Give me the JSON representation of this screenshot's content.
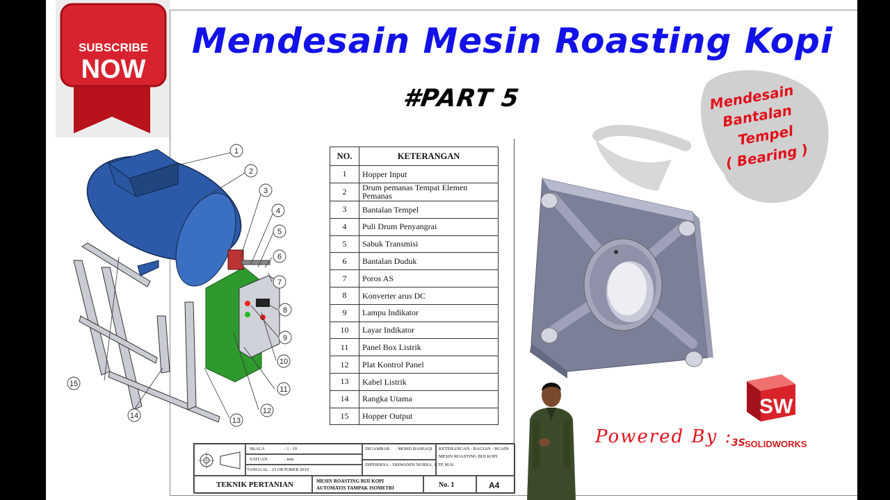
{
  "subscribe_badge": {
    "line1": "SUBSCRIBE",
    "line2": "NOW"
  },
  "title": "Mendesain Mesin Roasting Kopi",
  "part": "#PART 5",
  "bubble": {
    "lines": [
      "Mendesain",
      "Bantalan",
      "Tempel",
      "( Bearing )"
    ]
  },
  "table": {
    "headers": [
      "NO.",
      "KETERANGAN"
    ],
    "rows": [
      {
        "no": "1",
        "desc": "Hopper Input"
      },
      {
        "no": "2",
        "desc": "Drum pemanas Tempat Elemen Pemanas"
      },
      {
        "no": "3",
        "desc": "Bantalan Tempel"
      },
      {
        "no": "4",
        "desc": "Puli Drum Penyangrai"
      },
      {
        "no": "5",
        "desc": "Sabuk Transmisi"
      },
      {
        "no": "6",
        "desc": "Bantalan Duduk"
      },
      {
        "no": "7",
        "desc": "Poros AS"
      },
      {
        "no": "8",
        "desc": "Konverter arus DC"
      },
      {
        "no": "9",
        "desc": "Lampu Indikator"
      },
      {
        "no": "10",
        "desc": "Layar Indikator"
      },
      {
        "no": "11",
        "desc": "Panel Box Listrik"
      },
      {
        "no": "12",
        "desc": "Plat  Kontrol Panel"
      },
      {
        "no": "13",
        "desc": "Kabel Listrik"
      },
      {
        "no": "14",
        "desc": "Rangka Utama"
      },
      {
        "no": "15",
        "desc": "Hopper Output"
      }
    ]
  },
  "balloons": [
    "1",
    "2",
    "3",
    "4",
    "5",
    "6",
    "7",
    "8",
    "9",
    "10",
    "11",
    "12",
    "13",
    "14",
    "15"
  ],
  "title_block": {
    "skala": "SKALA",
    "skala_val": ": 1 : 10",
    "satuan": "SATUAN",
    "satuan_val": ": mm",
    "tanggal": "TANGGAL : 25 OKTOBER 2019",
    "digambar": "DIGAMBAR",
    "digambar_val": ": MOHD BAIHAQI",
    "diperiksa": "DIPERIKSA",
    "diperiksa_val": ": DISWANDI NURBA, S.TP, M.Si",
    "keterangan": "KETERANGAN : BAGIAN - BGAIN",
    "keterangan2": "MESIN ROASTING BIJI KOPI",
    "dept": "TEKNIK PERTANIAN",
    "drawing_title1": "MESIN ROASTING BIJI KOPI",
    "drawing_title2": "AUTOMATIS TAMPAK ISOMETRI",
    "number": "No. 1",
    "size": "A4"
  },
  "powered_by": "Powered By :",
  "solidworks": {
    "logo_text": "SW",
    "brand": "SOLIDWORKS",
    "ds": "3S"
  },
  "colors": {
    "title_blue": "#1212e8",
    "accent_red": "#e1111b",
    "drum_blue": "#2c5aa8",
    "panel_green": "#2e9a2e",
    "bearing_gray": "#8c8fa8"
  }
}
